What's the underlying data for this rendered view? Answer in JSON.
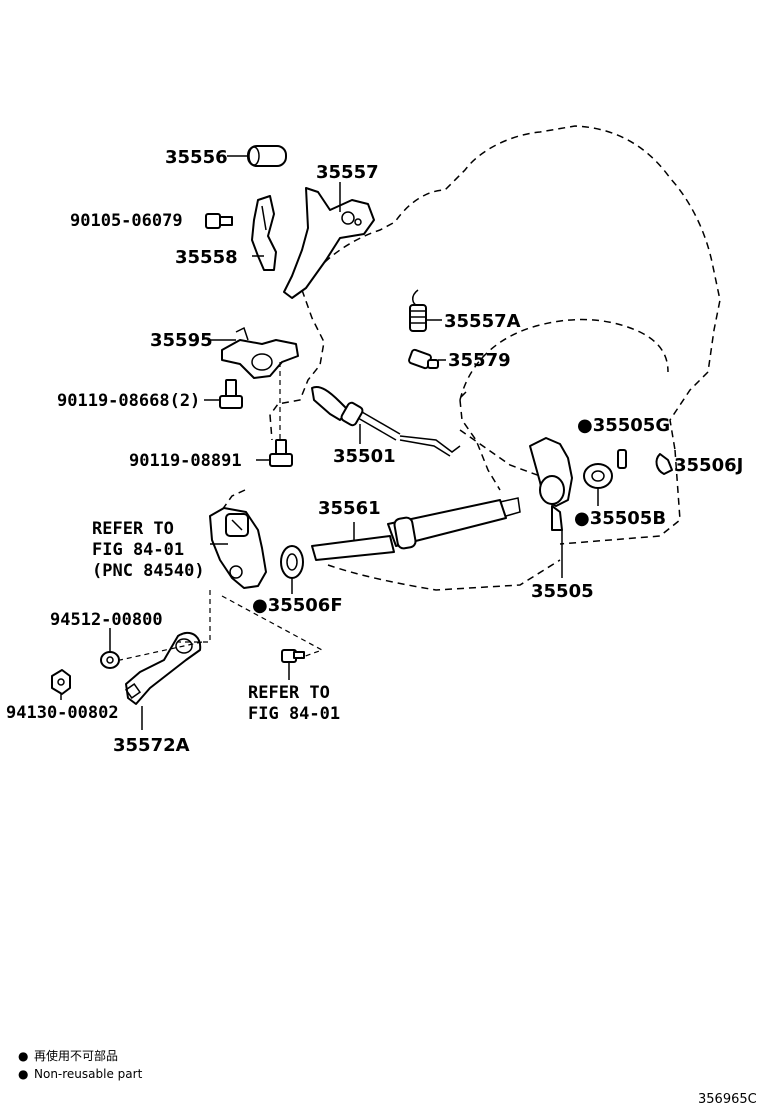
{
  "parts": {
    "p35556": "35556",
    "p35557": "35557",
    "p90105": "90105-06079",
    "p35558": "35558",
    "p35557A": "35557A",
    "p35595": "35595",
    "p35579": "35579",
    "p90119a": "90119-08668(2)",
    "p35505G": "●35505G",
    "p35501": "35501",
    "p90119b": "90119-08891",
    "p35506J": "35506J",
    "p35561": "35561",
    "p35505B": "●35505B",
    "p35505": "35505",
    "p35506F": "●35506F",
    "p94512": "94512-00800",
    "p94130": "94130-00802",
    "p35572A": "35572A"
  },
  "refs": {
    "upper": {
      "line1": "REFER TO",
      "line2": "FIG 84-01",
      "line3": "(PNC 84540)"
    },
    "lower": {
      "line1": "REFER TO",
      "line2": "FIG 84-01"
    }
  },
  "legend": {
    "symbol": "●",
    "line_jp": "再使用不可部品",
    "line_en": "Non-reusable part"
  },
  "figure_code": "356965C",
  "icons": {
    "bullet": "filled-circle-icon"
  }
}
